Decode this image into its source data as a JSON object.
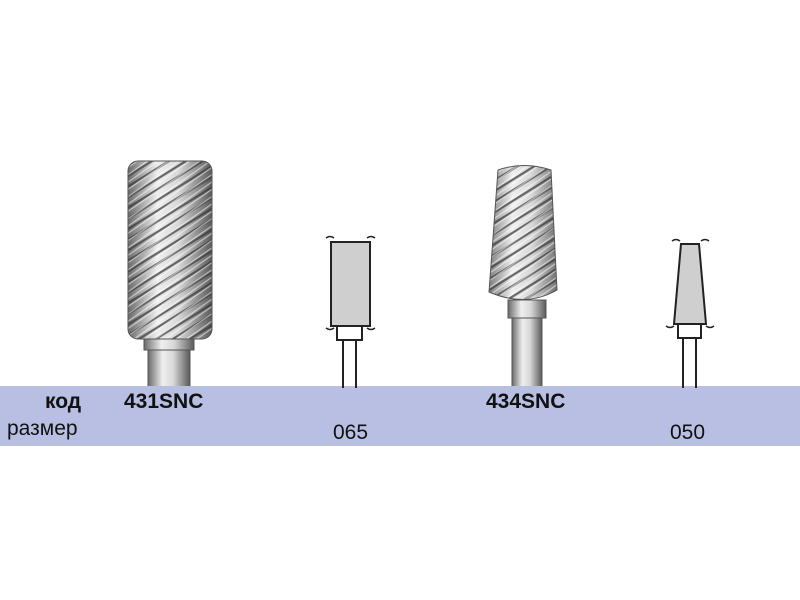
{
  "header_row": {
    "code_label": "код",
    "size_label": "размер"
  },
  "products": [
    {
      "code": "431SNC",
      "size": "065",
      "icon": "cylindrical-carbide-bur-icon"
    },
    {
      "code": "434SNC",
      "size": "050",
      "icon": "tapered-carbide-bur-icon"
    }
  ],
  "colors": {
    "band": "#b8bfe2",
    "text": "#111111",
    "metal_light": "#e8e8e8",
    "metal_dark": "#4a4a4a",
    "silhouette_fill": "#cfcfcf",
    "silhouette_stroke": "#222222"
  }
}
